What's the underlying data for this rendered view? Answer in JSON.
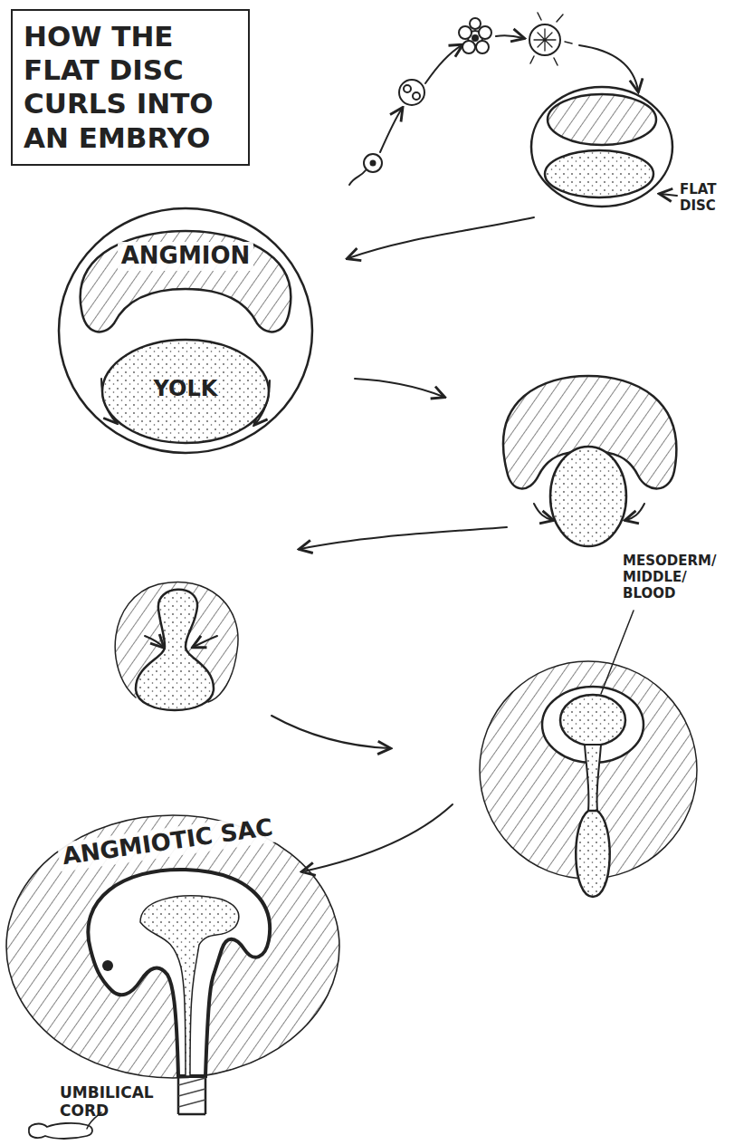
{
  "diagram": {
    "title": "HOW THE FLAT DISC CURLS INTO AN EMBRYO",
    "nodes": [
      {
        "text": [
          "ANGMION"
        ]
      },
      {
        "text": [
          "YOLK"
        ]
      },
      {
        "text": [
          "ANGMIOTIC SAC"
        ]
      }
    ],
    "labels": [
      "FLAT DISC",
      "MESODERM/ MIDDLE/ BLOOD",
      "UMBILICAL CORD"
    ]
  }
}
